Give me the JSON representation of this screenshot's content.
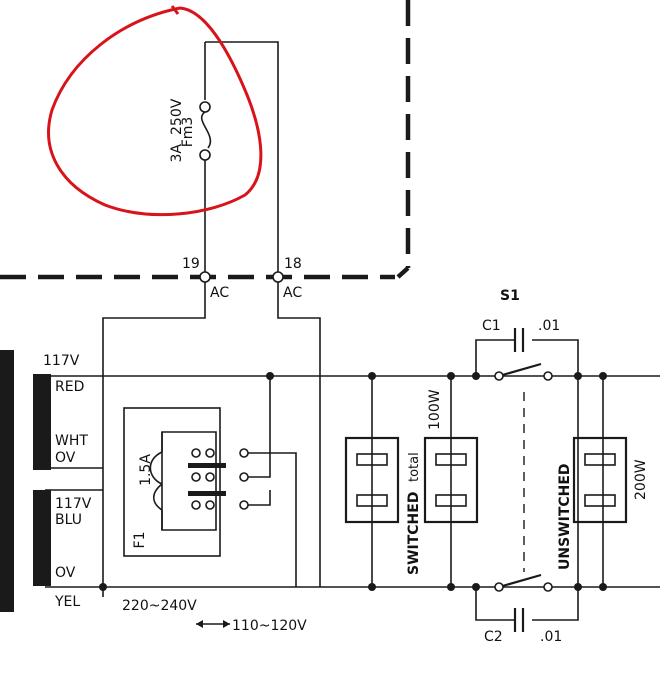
{
  "fuse_top": {
    "name": "Fm3",
    "rating_voltage": "250V",
    "rating_current": "3A"
  },
  "terminals": {
    "t19": "19",
    "t18": "18",
    "ac_left": "AC",
    "ac_right": "AC"
  },
  "transformer": {
    "v117_top": "117V",
    "red": "RED",
    "wht": "WHT",
    "ov_mid": "OV",
    "v117_bot": "117V",
    "blu": "BLU",
    "ov_bot": "OV",
    "yel": "YEL"
  },
  "voltage_selector": {
    "fuse_rating": "1.5A",
    "fuse_name": "F1",
    "range_high": "220~240V",
    "range_low": "110~120V",
    "arrow": "◂━▸"
  },
  "switch": {
    "name": "S1"
  },
  "capacitors": {
    "c1": "C1",
    "c1_value": ".01",
    "c2": "C2",
    "c2_value": ".01"
  },
  "outlets": {
    "switched": "SWITCHED",
    "total": "total",
    "switched_watts": "100W",
    "unswitched": "UNSWITCHED",
    "unswitched_watts": "200W"
  },
  "colors": {
    "annotation": "#d8141a",
    "ink": "#1a1a1a"
  }
}
